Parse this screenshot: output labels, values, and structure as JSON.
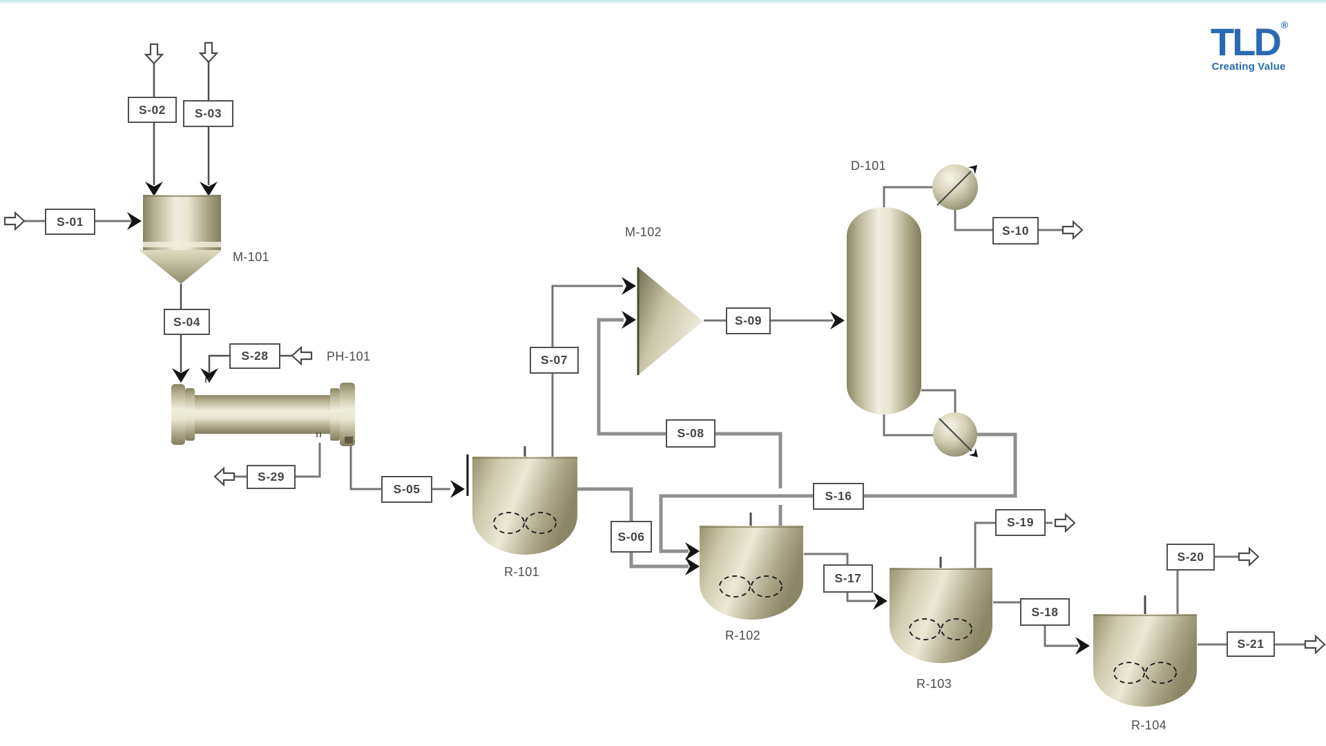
{
  "page": {
    "background": "#ffffff",
    "accent_bar_color": "#bce7e0"
  },
  "logo": {
    "name": "TLD",
    "registered": "®",
    "tagline": "Creating Value",
    "color": "#2a6ab2"
  },
  "streams": {
    "s01": "S-01",
    "s02": "S-02",
    "s03": "S-03",
    "s04": "S-04",
    "s05": "S-05",
    "s06": "S-06",
    "s07": "S-07",
    "s08": "S-08",
    "s09": "S-09",
    "s10": "S-10",
    "s16": "S-16",
    "s17": "S-17",
    "s18": "S-18",
    "s19": "S-19",
    "s20": "S-20",
    "s21": "S-21",
    "s28": "S-28",
    "s29": "S-29"
  },
  "equipment": {
    "m101": "M-101",
    "ph101": "PH-101",
    "r101": "R-101",
    "m102": "M-102",
    "d101": "D-101",
    "r102": "R-102",
    "r103": "R-103",
    "r104": "R-104"
  }
}
